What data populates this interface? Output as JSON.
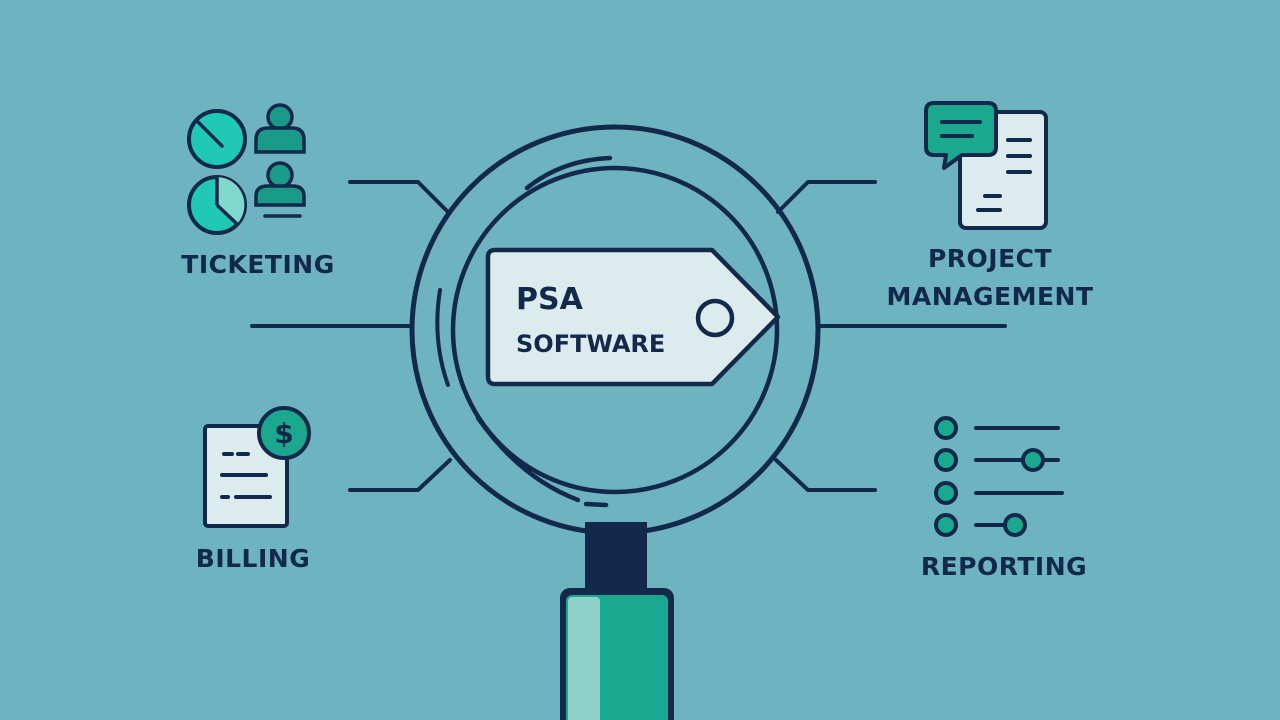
{
  "center_tag": {
    "line1": "PSA",
    "line2": "SOFTWARE"
  },
  "features": {
    "ticketing": "TICKETING",
    "project_management": {
      "line1": "PROJECT",
      "line2": "MANAGEMENT"
    },
    "billing": "BILLING",
    "reporting": "REPORTING"
  },
  "billing_symbol": "$",
  "colors": {
    "background": "#6eb3c0",
    "ink": "#13294b",
    "teal": "#16a891",
    "bright_teal": "#1fc9b5",
    "paper": "#dcebed"
  },
  "icons": {
    "center": "magnifying-glass-icon",
    "ticketing": "clock-user-icon",
    "project_management": "chat-document-icon",
    "billing": "invoice-dollar-icon",
    "reporting": "slider-list-icon"
  }
}
